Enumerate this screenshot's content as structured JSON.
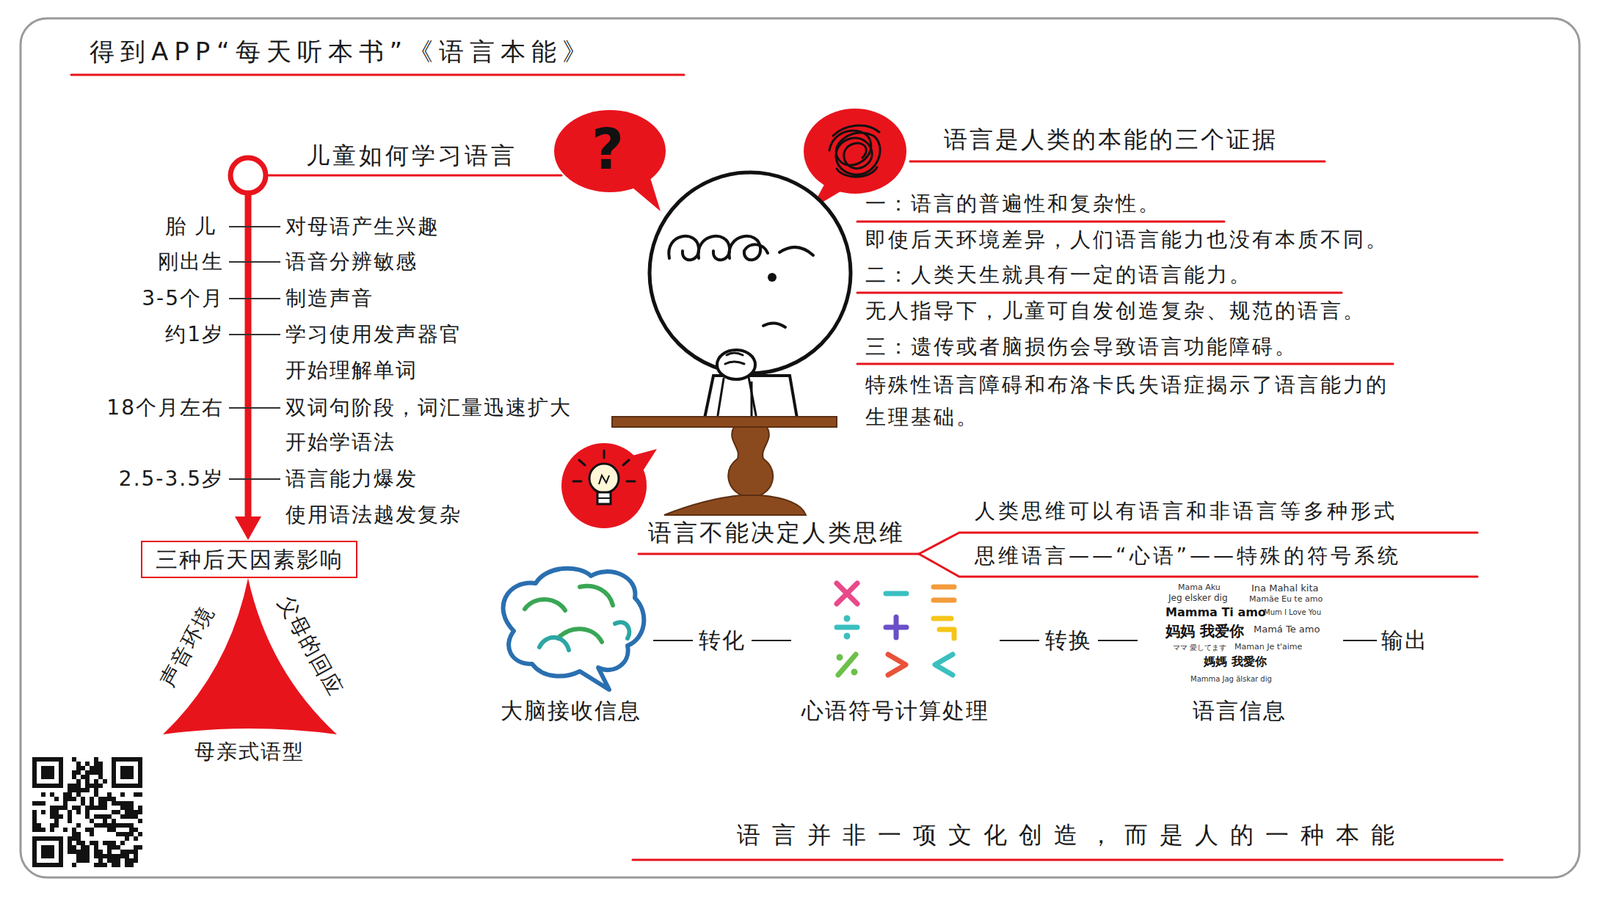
{
  "diagram": {
    "title": "得到APP“每天听本书”《语言本能》",
    "caption": "语言并非一项文化创造，而是人的一种本能",
    "nodes": [
      {
        "text": [
          "三种后天因素影响"
        ]
      },
      {
        "text": [
          "大脑接收信息"
        ]
      },
      {
        "text": [
          "心语符号计算处理"
        ]
      },
      {
        "text": [
          "语言信息"
        ]
      }
    ],
    "edges": [
      {
        "from": 1,
        "to": 2,
        "arrow": "none",
        "label": "转化"
      },
      {
        "from": 2,
        "to": 3,
        "arrow": "none",
        "label": "转换"
      }
    ],
    "labels": [
      "儿童如何学习语言",
      "胎儿",
      "对母语产生兴趣",
      "刚出生",
      "语音分辨敏感",
      "3-5个月",
      "制造声音",
      "约1岁",
      "学习使用发声器官",
      "开始理解单词",
      "18个月左右",
      "双词句阶段，词汇量迅速扩大",
      "开始学语法",
      "2.5-3.5岁",
      "语言能力爆发",
      "使用语法越发复杂",
      "声音环境",
      "父母的回应",
      "母亲式语型",
      "?",
      "语言是人类的本能的三个证据",
      "一：语言的普遍性和复杂性。",
      "即使后天环境差异，人们语言能力也没有本质不同。",
      "二：人类天生就具有一定的语言能力。",
      "无人指导下，儿童可自发创造复杂、规范的语言。",
      "三：遗传或者脑损伤会导致语言功能障碍。",
      "特殊性语言障碍和布洛卡氏失语症揭示了语言能力的 生理基础。",
      "语言不能决定人类思维",
      "人类思维可以有语言和非语言等多种形式",
      "思维语言——“心语”——特殊的符号系统",
      "输出",
      "Mama Aku",
      "Ina Mahal kita",
      "Jeg elsker dig",
      "Mamãe Eu te amo",
      "Mamma Ti amo",
      "Mum I Love You",
      "妈妈 我爱你",
      "Mamá Te amo",
      "ママ 愛してます",
      "Maman Je t'aime",
      "媽媽 我愛你",
      "Mamma Jag älskar dig"
    ]
  }
}
